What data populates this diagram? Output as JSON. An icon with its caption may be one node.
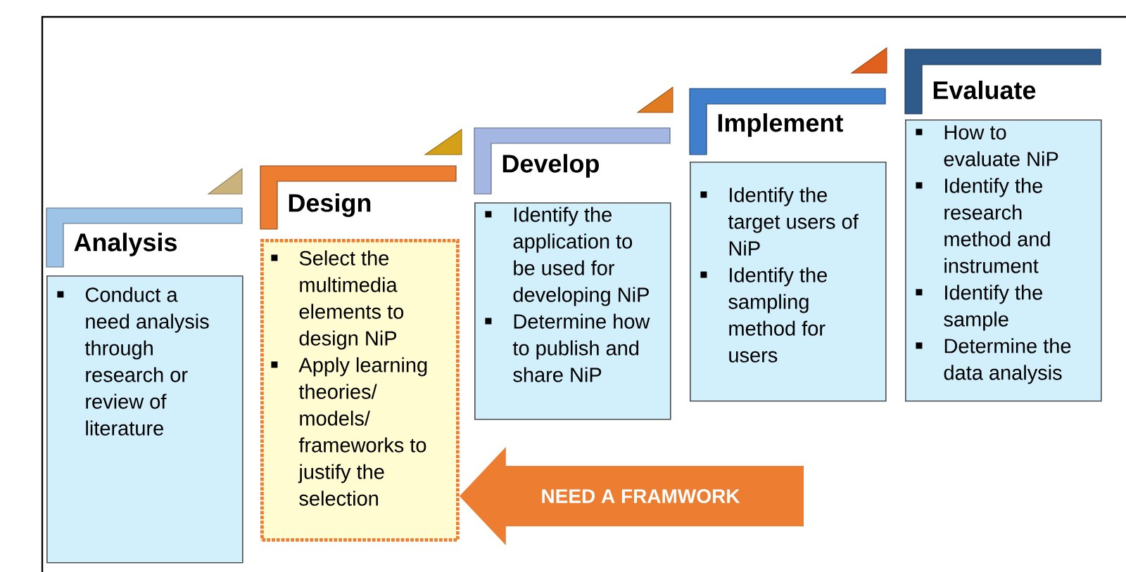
{
  "diagram": {
    "nodes": [
      {
        "text": [
          "Analysis",
          "Conduct a need analysis through research or review of literature"
        ]
      },
      {
        "text": [
          "Design",
          "Select the multimedia elements to design NiP",
          "Apply learning theories/ models/ frameworks to justify the selection"
        ]
      },
      {
        "text": [
          "Develop",
          "Identify the application to be used for developing NiP",
          "Determine how to publish and share NiP"
        ]
      },
      {
        "text": [
          "Implement",
          "Identify the target users of NiP",
          "Identify the sampling method for users"
        ]
      },
      {
        "text": [
          "Evaluate",
          "How to evaluate NiP",
          "Identify the research method and instrument",
          "Identify the sample",
          "Determine the data analysis"
        ]
      }
    ],
    "edges": [
      {
        "from": null,
        "to": 1,
        "arrow": "to",
        "label": "NEED A FRAMWORK"
      }
    ]
  }
}
